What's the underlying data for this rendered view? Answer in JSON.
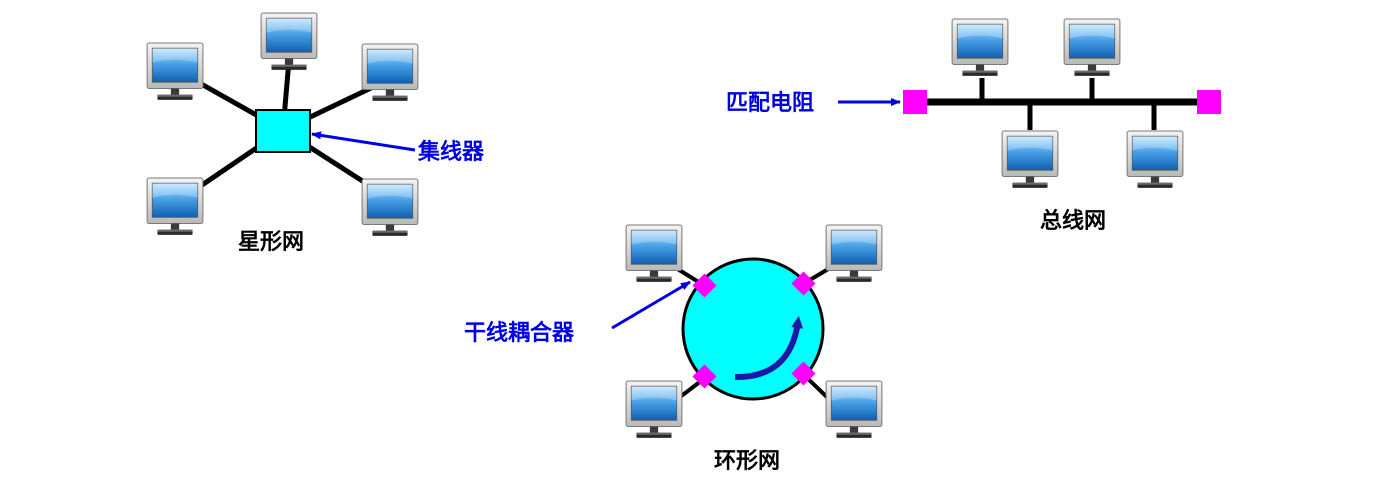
{
  "labels": {
    "star_network": "星形网",
    "hub": "集线器",
    "bus_network": "总线网",
    "terminator": "匹配电阻",
    "ring_network": "环形网",
    "trunk_coupler": "干线耦合器"
  },
  "colors": {
    "link_line": "#000000",
    "hub_fill": "#00ffff",
    "ring_fill": "#00ffff",
    "connector": "#ff00ff",
    "annotation": "#0000e6",
    "monitor_bezel": "#c8c8c8",
    "monitor_screen": "#1e7fd0"
  },
  "icons": {
    "computer": "computer-monitor-icon"
  }
}
